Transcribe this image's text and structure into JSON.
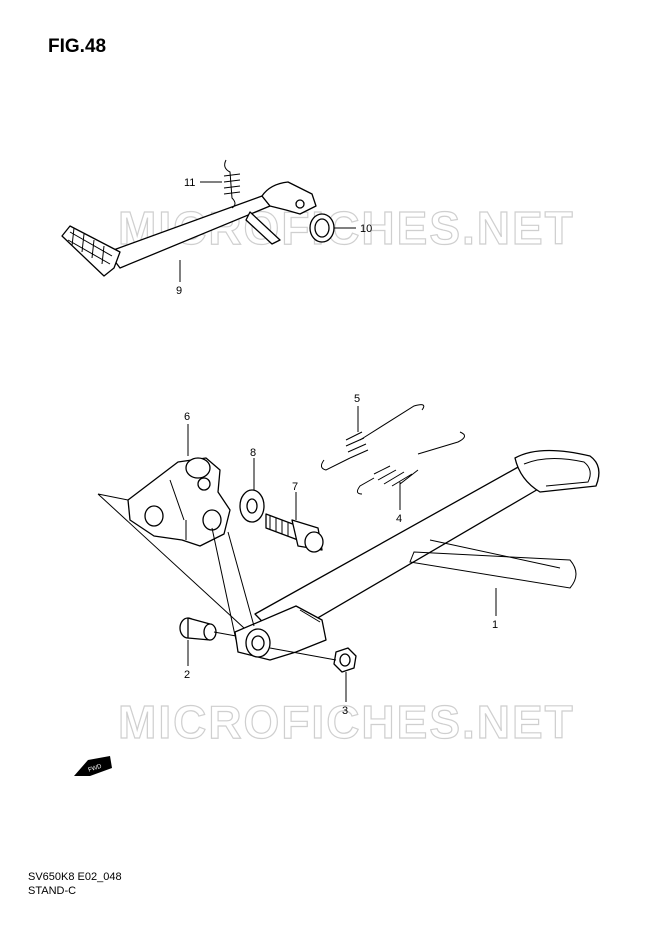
{
  "figure": {
    "title": "FIG.48"
  },
  "footer": {
    "model_code": "SV650K8 E02_048",
    "section": "STAND-C"
  },
  "watermark": {
    "text": "MICROFICHES.NET"
  },
  "direction_marker": {
    "label": "FWD"
  },
  "callouts": {
    "p1": "1",
    "p2": "2",
    "p3": "3",
    "p4": "4",
    "p5": "5",
    "p6": "6",
    "p7": "7",
    "p8": "8",
    "p9": "9",
    "p10": "10",
    "p11": "11"
  }
}
